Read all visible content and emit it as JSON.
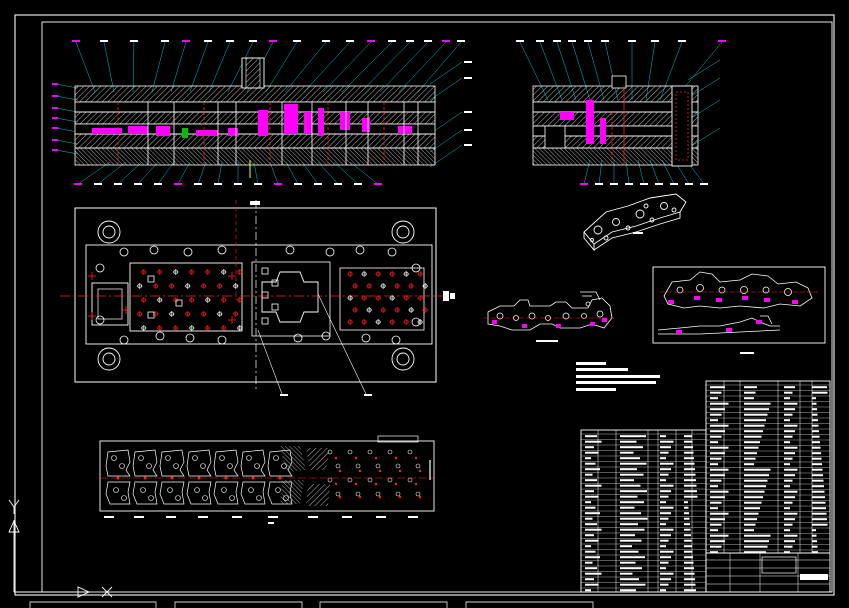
{
  "drawing": {
    "background": "#000000",
    "line_color": "#ffffff",
    "accent_colors": {
      "magenta": "#ff00ff",
      "red": "#ff2020",
      "cyan": "#00c8c8",
      "yellow": "#ffff00",
      "green": "#00c000",
      "gray": "#9a9a9a"
    },
    "icons": [
      "ucs-axis-icon"
    ],
    "ucs": {
      "x_label": "X",
      "y_label": "Y"
    }
  },
  "views": [
    {
      "name": "front-section-view"
    },
    {
      "name": "side-section-view"
    },
    {
      "name": "die-plan-view"
    },
    {
      "name": "strip-layout"
    },
    {
      "name": "part-isometric"
    },
    {
      "name": "part-drawing-small"
    },
    {
      "name": "part-drawing-large"
    },
    {
      "name": "title-block-bom"
    }
  ],
  "bottom_tabs": [
    {},
    {},
    {},
    {}
  ]
}
